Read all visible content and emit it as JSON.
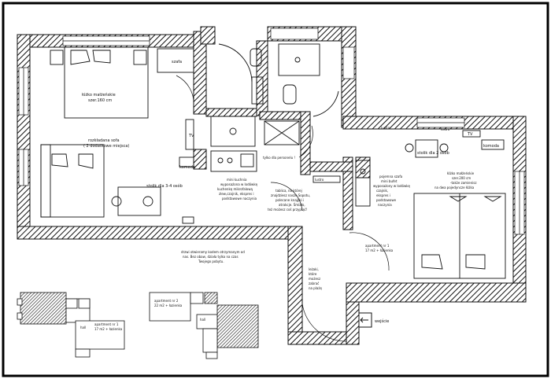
{
  "floorplan": {
    "rooms": {
      "bed_main": [
        "łóżko małżeńskie",
        "szer.160 cm"
      ],
      "sofa": [
        "rozkładana sofa",
        "( 2 dodatkowe miejsca)"
      ],
      "table_left": "stolik dla 3-4 osób",
      "kitchen": [
        "mini kuchnia",
        "wyposażona w lodówkę",
        "kuchenkę mikrofalową",
        "zlew,czajnik, ekspres i",
        "podstawowe naczynia"
      ],
      "personnel": "tylko dla personelu !",
      "wardrobe_left": "szafa",
      "tv_left": "TV",
      "komoda_left": "komoda",
      "right_wardrobe": [
        "pojemna szafa",
        "mini bufet",
        "wyposażony w lodówkę",
        "czajnik,",
        "ekspres i",
        "podstawowe",
        "naczynia"
      ],
      "bed_right": [
        "łóżko małżeńskie",
        "szer.200 cm",
        "-także zamienisz",
        "na dwa pojedyncze łóżka"
      ],
      "table_right": "stolik dla 2 osób",
      "tv_right": "TV",
      "komoda_right": "komoda",
      "lustro_top": "lustro",
      "lustro_mid": "lustro",
      "lustro_right": "lustro",
      "apartment": [
        "apartment nr 1",
        "17 m2 + łazienka"
      ],
      "tablet_note": [
        "tablica, na której",
        "znajdziesz nasze Sopotu,",
        "polecane knajpki i",
        "atrakcje. Śmiało,",
        "też możesz coś przypiąć!"
      ],
      "door_note": [
        "drzwi otwieramy kodem otrzymanym od",
        "nas. Bez obaw, działa tylko na czas",
        "Twojego pobytu."
      ],
      "stairs_note": [
        "leżaki,",
        "które",
        "możesz",
        "zabrać",
        "na plażę"
      ],
      "entry": "wejście"
    },
    "minimaps": {
      "left": {
        "apt": "apartment nr 1",
        "area": "17 m2 + łazienka",
        "hall": "hall"
      },
      "right": {
        "apt": "apartment nr 2",
        "area": "22 m2 + łazienka",
        "hall": "hall"
      }
    }
  }
}
